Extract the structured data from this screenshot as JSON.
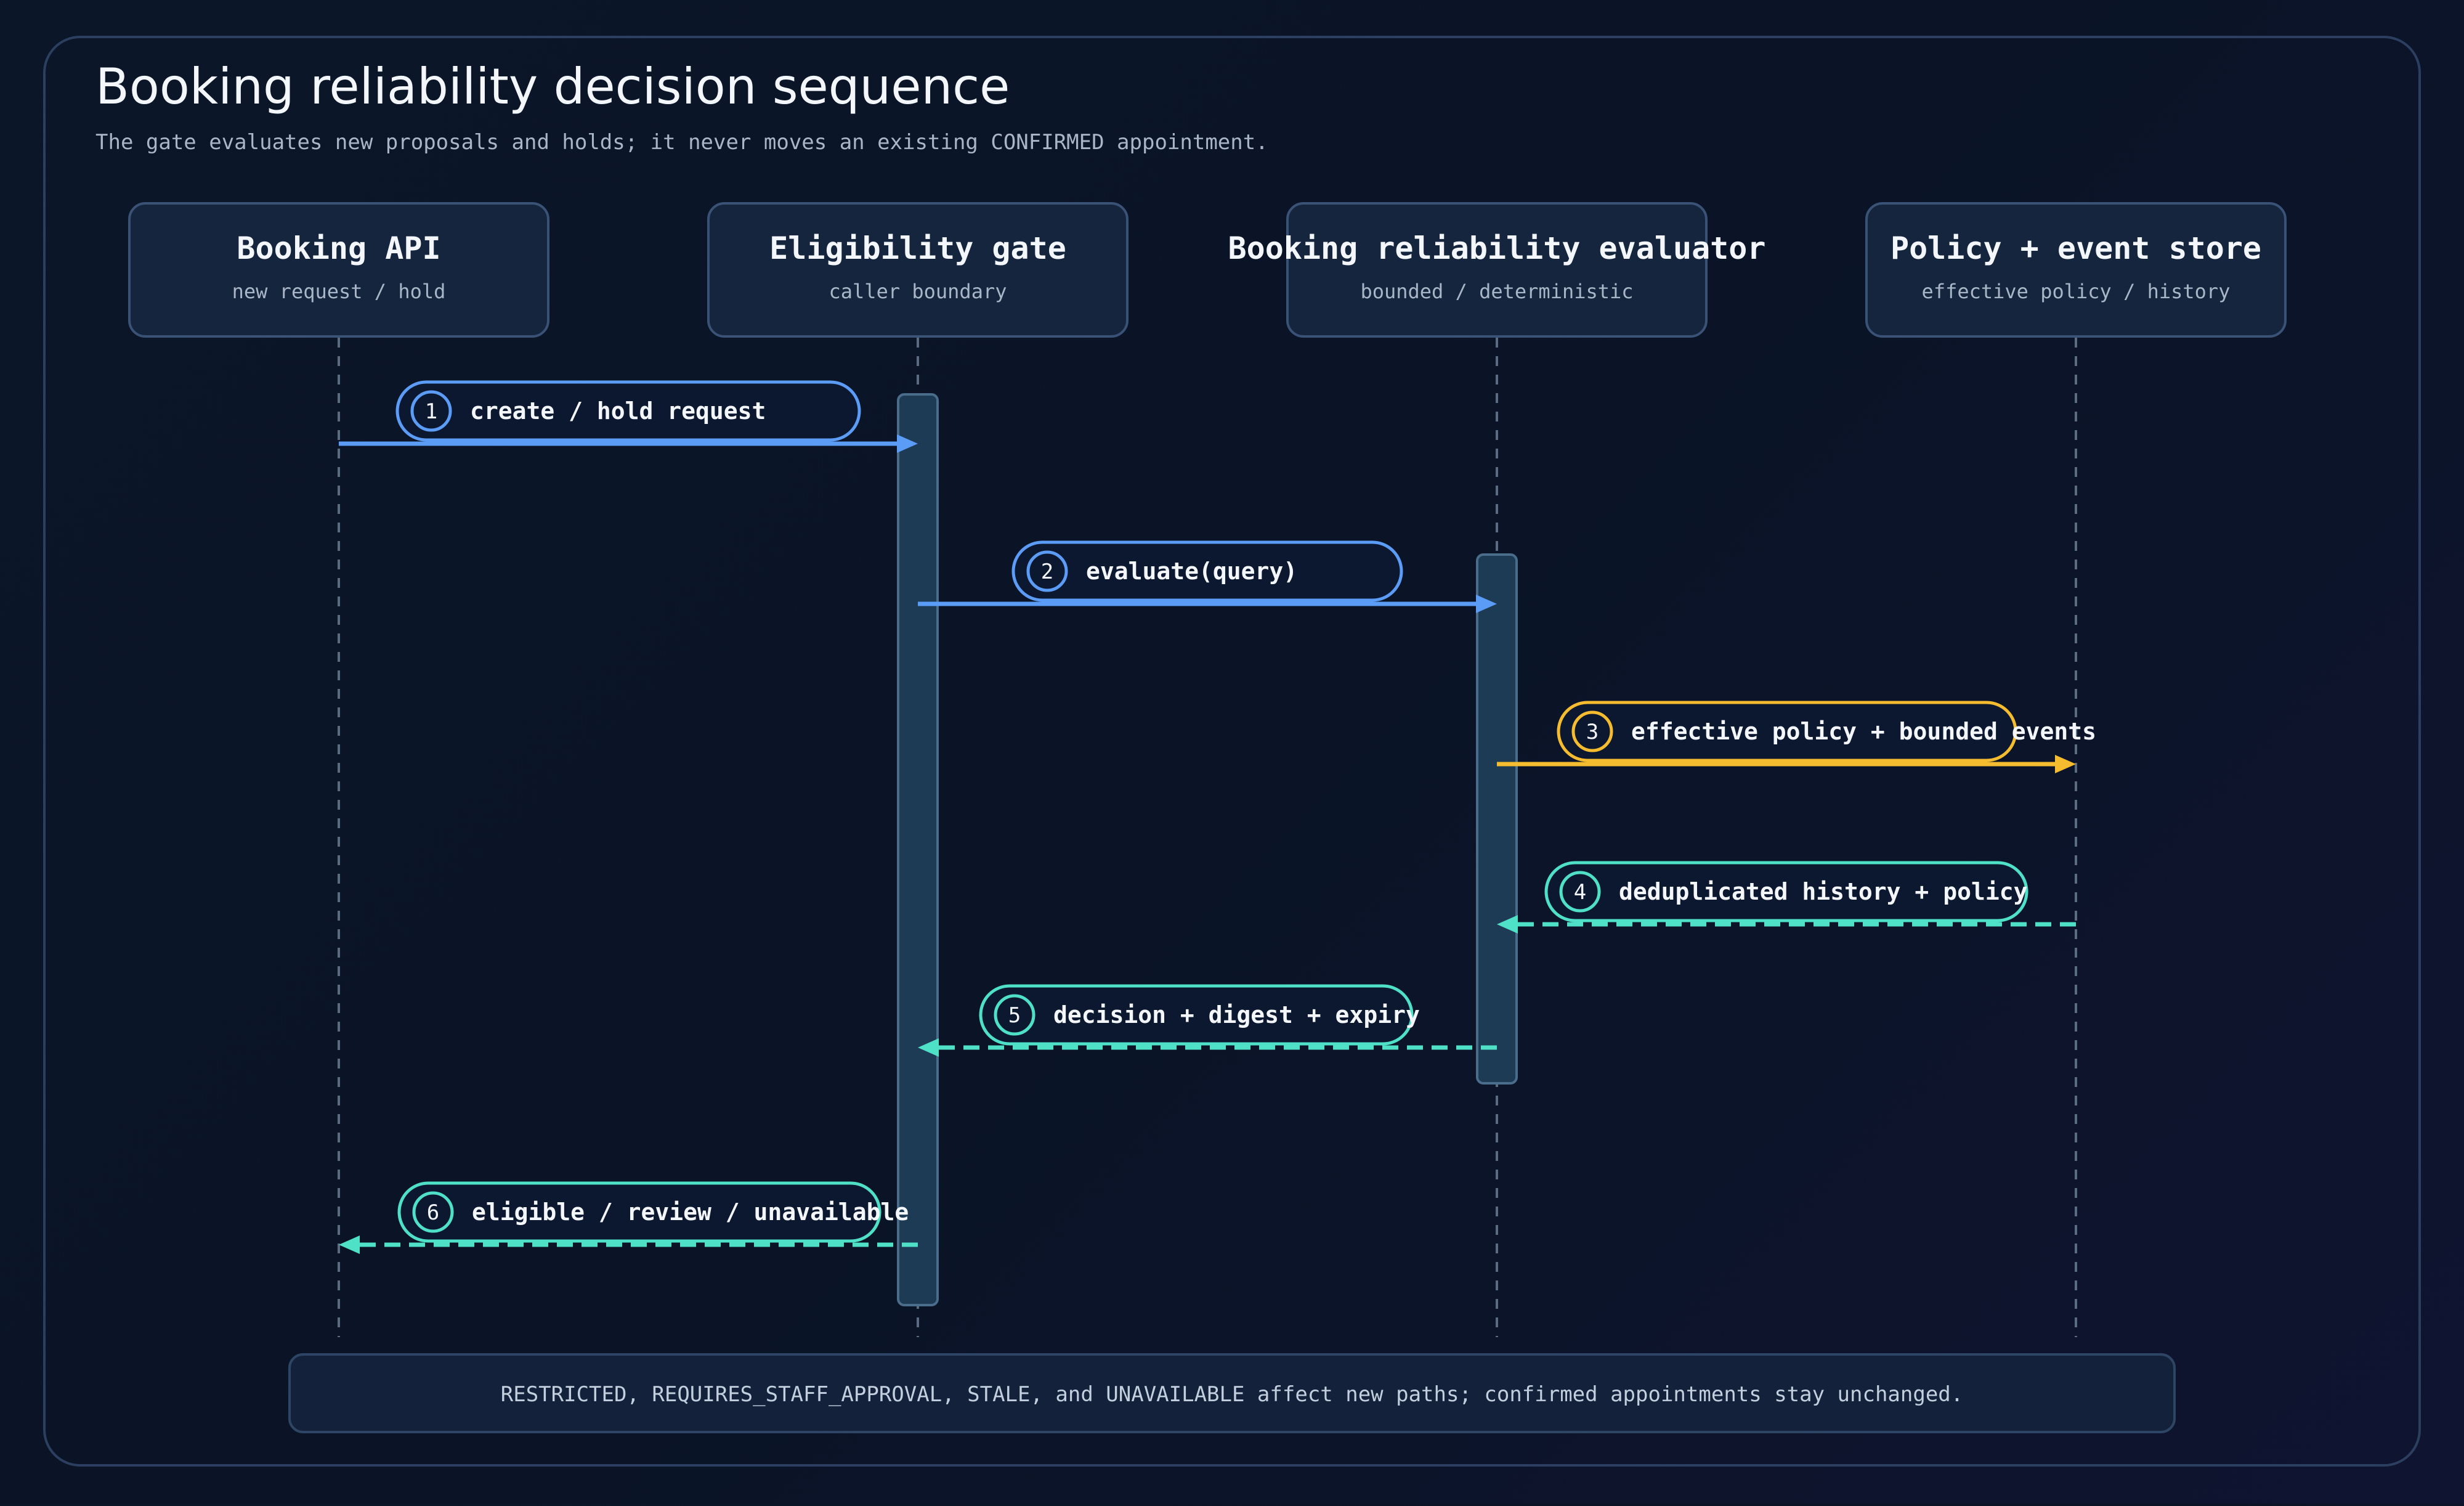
{
  "title": "Booking reliability decision sequence",
  "subtitle": "The gate evaluates new proposals and holds; it never moves an existing CONFIRMED appointment.",
  "colors": {
    "background": "#0b1628",
    "frame_border": "#2c3f60",
    "actor_fill": "#15253d",
    "actor_border": "#3a5275",
    "lifeline": "#5b6b82",
    "activation_fill": "#1e3b55",
    "activation_border": "#4a6d8c",
    "blue": "#5b9cf6",
    "amber": "#f5bc2f",
    "teal": "#4fe0c8",
    "text_primary": "#f3f6fb",
    "text_secondary": "#a9b6c8",
    "note_fill": "#13223a",
    "note_border": "#2f4565"
  },
  "actors": [
    {
      "id": "api",
      "name": "Booking API",
      "sub": "new request / hold"
    },
    {
      "id": "gate",
      "name": "Eligibility gate",
      "sub": "caller boundary"
    },
    {
      "id": "evaluator",
      "name": "Booking reliability evaluator",
      "sub": "bounded / deterministic"
    },
    {
      "id": "store",
      "name": "Policy + event store",
      "sub": "effective policy / history"
    }
  ],
  "messages": [
    {
      "num": "1",
      "label": "create / hold request",
      "from": "api",
      "to": "gate",
      "style": "solid",
      "color": "blue"
    },
    {
      "num": "2",
      "label": "evaluate(query)",
      "from": "gate",
      "to": "evaluator",
      "style": "solid",
      "color": "blue"
    },
    {
      "num": "3",
      "label": "effective policy + bounded events",
      "from": "evaluator",
      "to": "store",
      "style": "solid",
      "color": "amber"
    },
    {
      "num": "4",
      "label": "deduplicated history + policy",
      "from": "store",
      "to": "evaluator",
      "style": "dashed",
      "color": "teal"
    },
    {
      "num": "5",
      "label": "decision + digest + expiry",
      "from": "evaluator",
      "to": "gate",
      "style": "dashed",
      "color": "teal"
    },
    {
      "num": "6",
      "label": "eligible / review / unavailable",
      "from": "gate",
      "to": "api",
      "style": "dashed",
      "color": "teal"
    }
  ],
  "note": "RESTRICTED, REQUIRES_STAFF_APPROVAL, STALE, and UNAVAILABLE affect new paths; confirmed appointments stay unchanged."
}
